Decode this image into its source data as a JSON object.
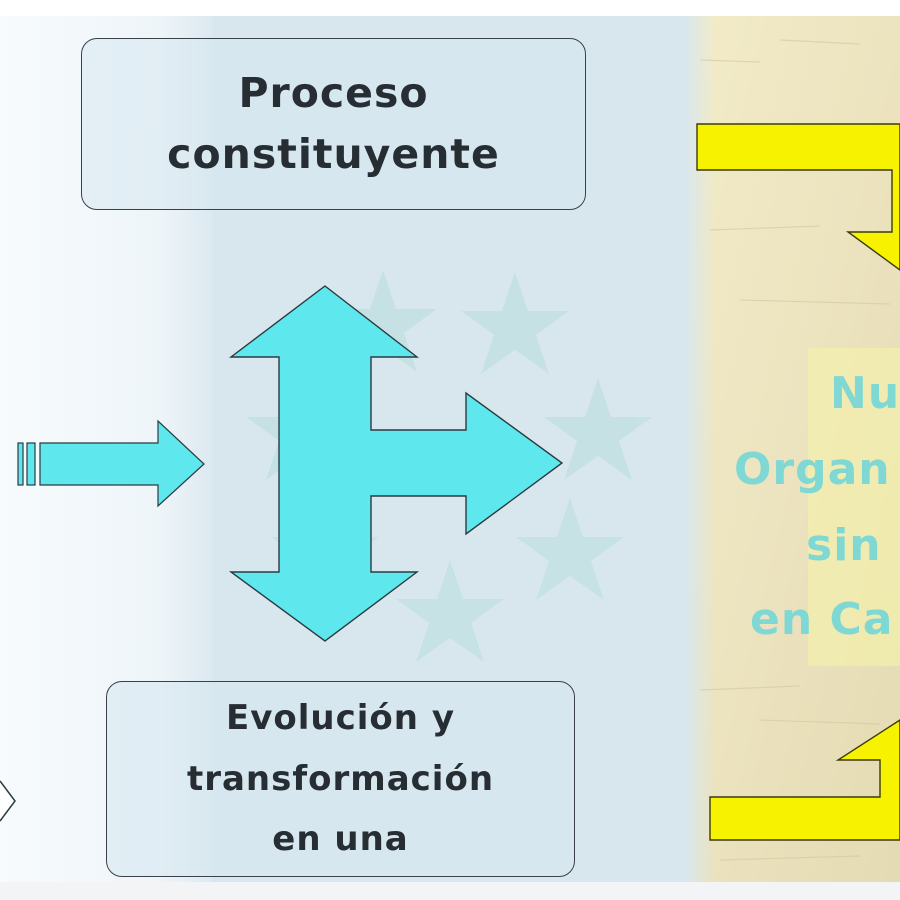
{
  "top_box": {
    "line1": "Proceso",
    "line2": "constituyente"
  },
  "bottom_box": {
    "line1": "Evolución y",
    "line2": "transformación",
    "line3": "en una"
  },
  "right_panel": {
    "line1": "Nu",
    "line2": "Organ",
    "line3": "sin",
    "line4": "en Ca"
  },
  "colors": {
    "arrow_cyan": "#5ee8ee",
    "yellow_shape": "#f7f200",
    "right_text": "#7fd8d4",
    "box_border": "#3a4148",
    "text_dark": "#262d33"
  }
}
